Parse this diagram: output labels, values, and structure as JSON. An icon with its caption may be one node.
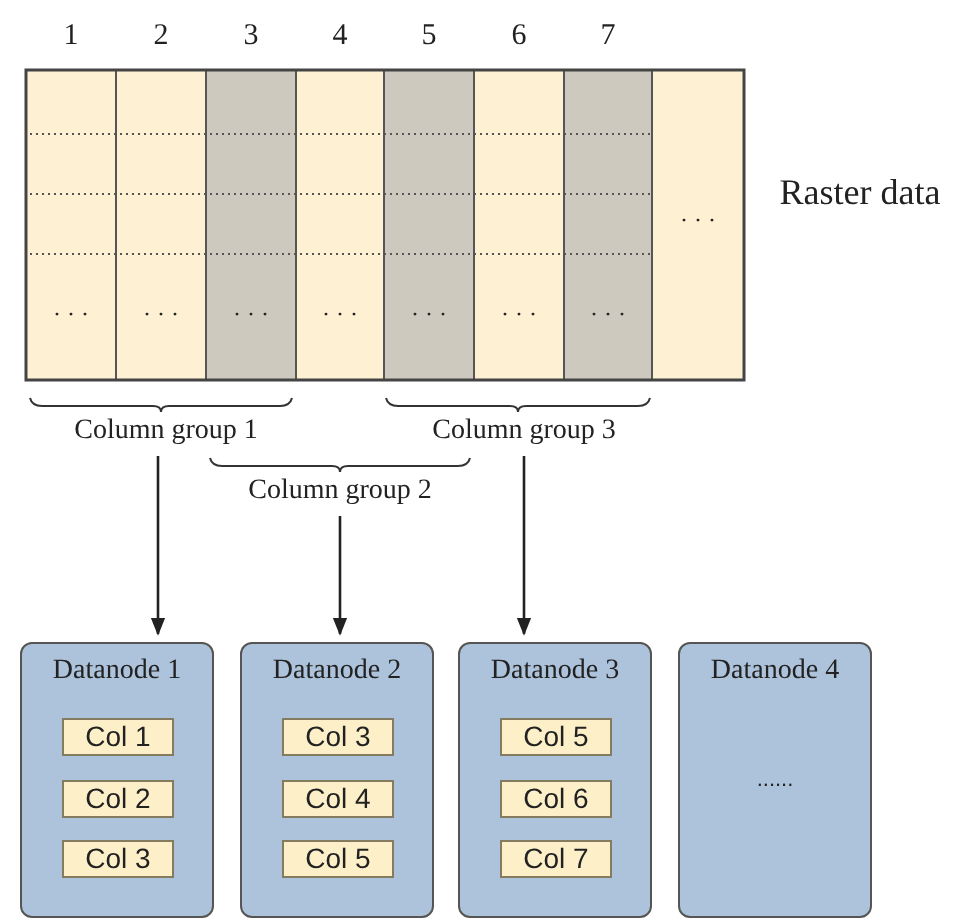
{
  "diagram": {
    "nodes": [
      {
        "text": [
          "Column group 1"
        ]
      },
      {
        "text": [
          "Column group 2"
        ]
      },
      {
        "text": [
          "Column group 3"
        ]
      },
      {
        "text": [
          "Datanode 1"
        ]
      },
      {
        "text": [
          "Col 1"
        ],
        "in": 3
      },
      {
        "text": [
          "Col 2"
        ],
        "in": 3
      },
      {
        "text": [
          "Col 3"
        ],
        "in": 3
      },
      {
        "text": [
          "Datanode 2"
        ]
      },
      {
        "text": [
          "Col 3"
        ],
        "in": 7
      },
      {
        "text": [
          "Col 4"
        ],
        "in": 7
      },
      {
        "text": [
          "Col 5"
        ],
        "in": 7
      },
      {
        "text": [
          "Datanode 3"
        ]
      },
      {
        "text": [
          "Col 5"
        ],
        "in": 11
      },
      {
        "text": [
          "Col 6"
        ],
        "in": 11
      },
      {
        "text": [
          "Col 7"
        ],
        "in": 11
      },
      {
        "text": [
          "Datanode 4",
          "......"
        ]
      }
    ],
    "edges": [
      {
        "from": 0,
        "to": 3,
        "arrow": "to"
      },
      {
        "from": 1,
        "to": 7,
        "arrow": "to"
      },
      {
        "from": 2,
        "to": 11,
        "arrow": "to"
      }
    ],
    "labels": [
      "1",
      "2",
      "3",
      "4",
      "5",
      "6",
      "7",
      "· · ·",
      "Raster data",
      "· · ·",
      "· · ·",
      "· · ·",
      "· · ·",
      "· · ·",
      "· · ·",
      "· · ·"
    ]
  }
}
